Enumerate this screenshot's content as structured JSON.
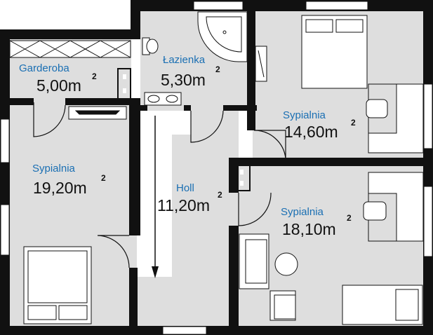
{
  "colors": {
    "wall": "#111111",
    "floor": "#dedede",
    "furniture_fill": "#ffffff",
    "furniture_stroke": "#111111",
    "room_name": "#1a6fb3",
    "area_text": "#111111",
    "window": "#ffffff"
  },
  "rooms": {
    "garderoba": {
      "name": "Garderoba",
      "area": "5,00m",
      "unit_sup": "2"
    },
    "lazienka": {
      "name": "Łazienka",
      "area": "5,30m",
      "unit_sup": "2"
    },
    "sypialnia_ne": {
      "name": "Sypialnia",
      "area": "14,60m",
      "unit_sup": "2"
    },
    "sypialnia_w": {
      "name": "Sypialnia",
      "area": "19,20m",
      "unit_sup": "2"
    },
    "holl": {
      "name": "Holl",
      "area": "11,20m",
      "unit_sup": "2"
    },
    "sypialnia_se": {
      "name": "Sypialnia",
      "area": "18,10m",
      "unit_sup": "2"
    }
  }
}
